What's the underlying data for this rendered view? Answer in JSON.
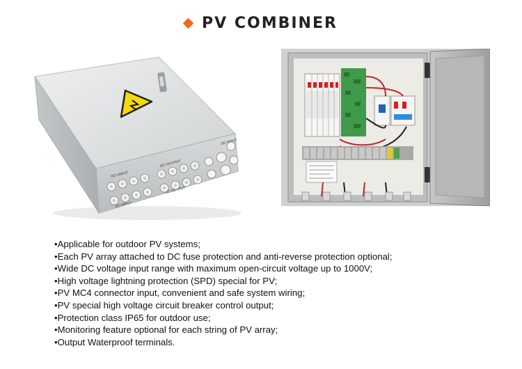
{
  "header": {
    "title": "PV COMBINER"
  },
  "left_image": {
    "labels": {
      "dc_input_top": "DC+INPUT",
      "dc_output_top": "DC+OUTPUT",
      "dc_input_bottom": "DC-INPUT",
      "dc_output_bottom": "DC-OUTPUT",
      "side_label": "DC INPUT"
    }
  },
  "features": [
    "•Applicable for outdoor PV systems;",
    "•Each PV array attached to DC fuse protection and anti-reverse protection optional;",
    "•Wide DC voltage input range with maximum open-circuit voltage up to 1000V;",
    "•High voltage lightning protection (SPD) special for PV;",
    "•PV MC4 connector input, convenient and safe system wiring;",
    "•PV special high voltage circuit breaker control output;",
    "•Protection class IP65 for outdoor use;",
    "•Monitoring feature optional for each string of PV array;",
    "•Output Waterproof terminals."
  ],
  "colors": {
    "accent": "#f26a1b",
    "warning_yellow": "#f5d90a"
  }
}
